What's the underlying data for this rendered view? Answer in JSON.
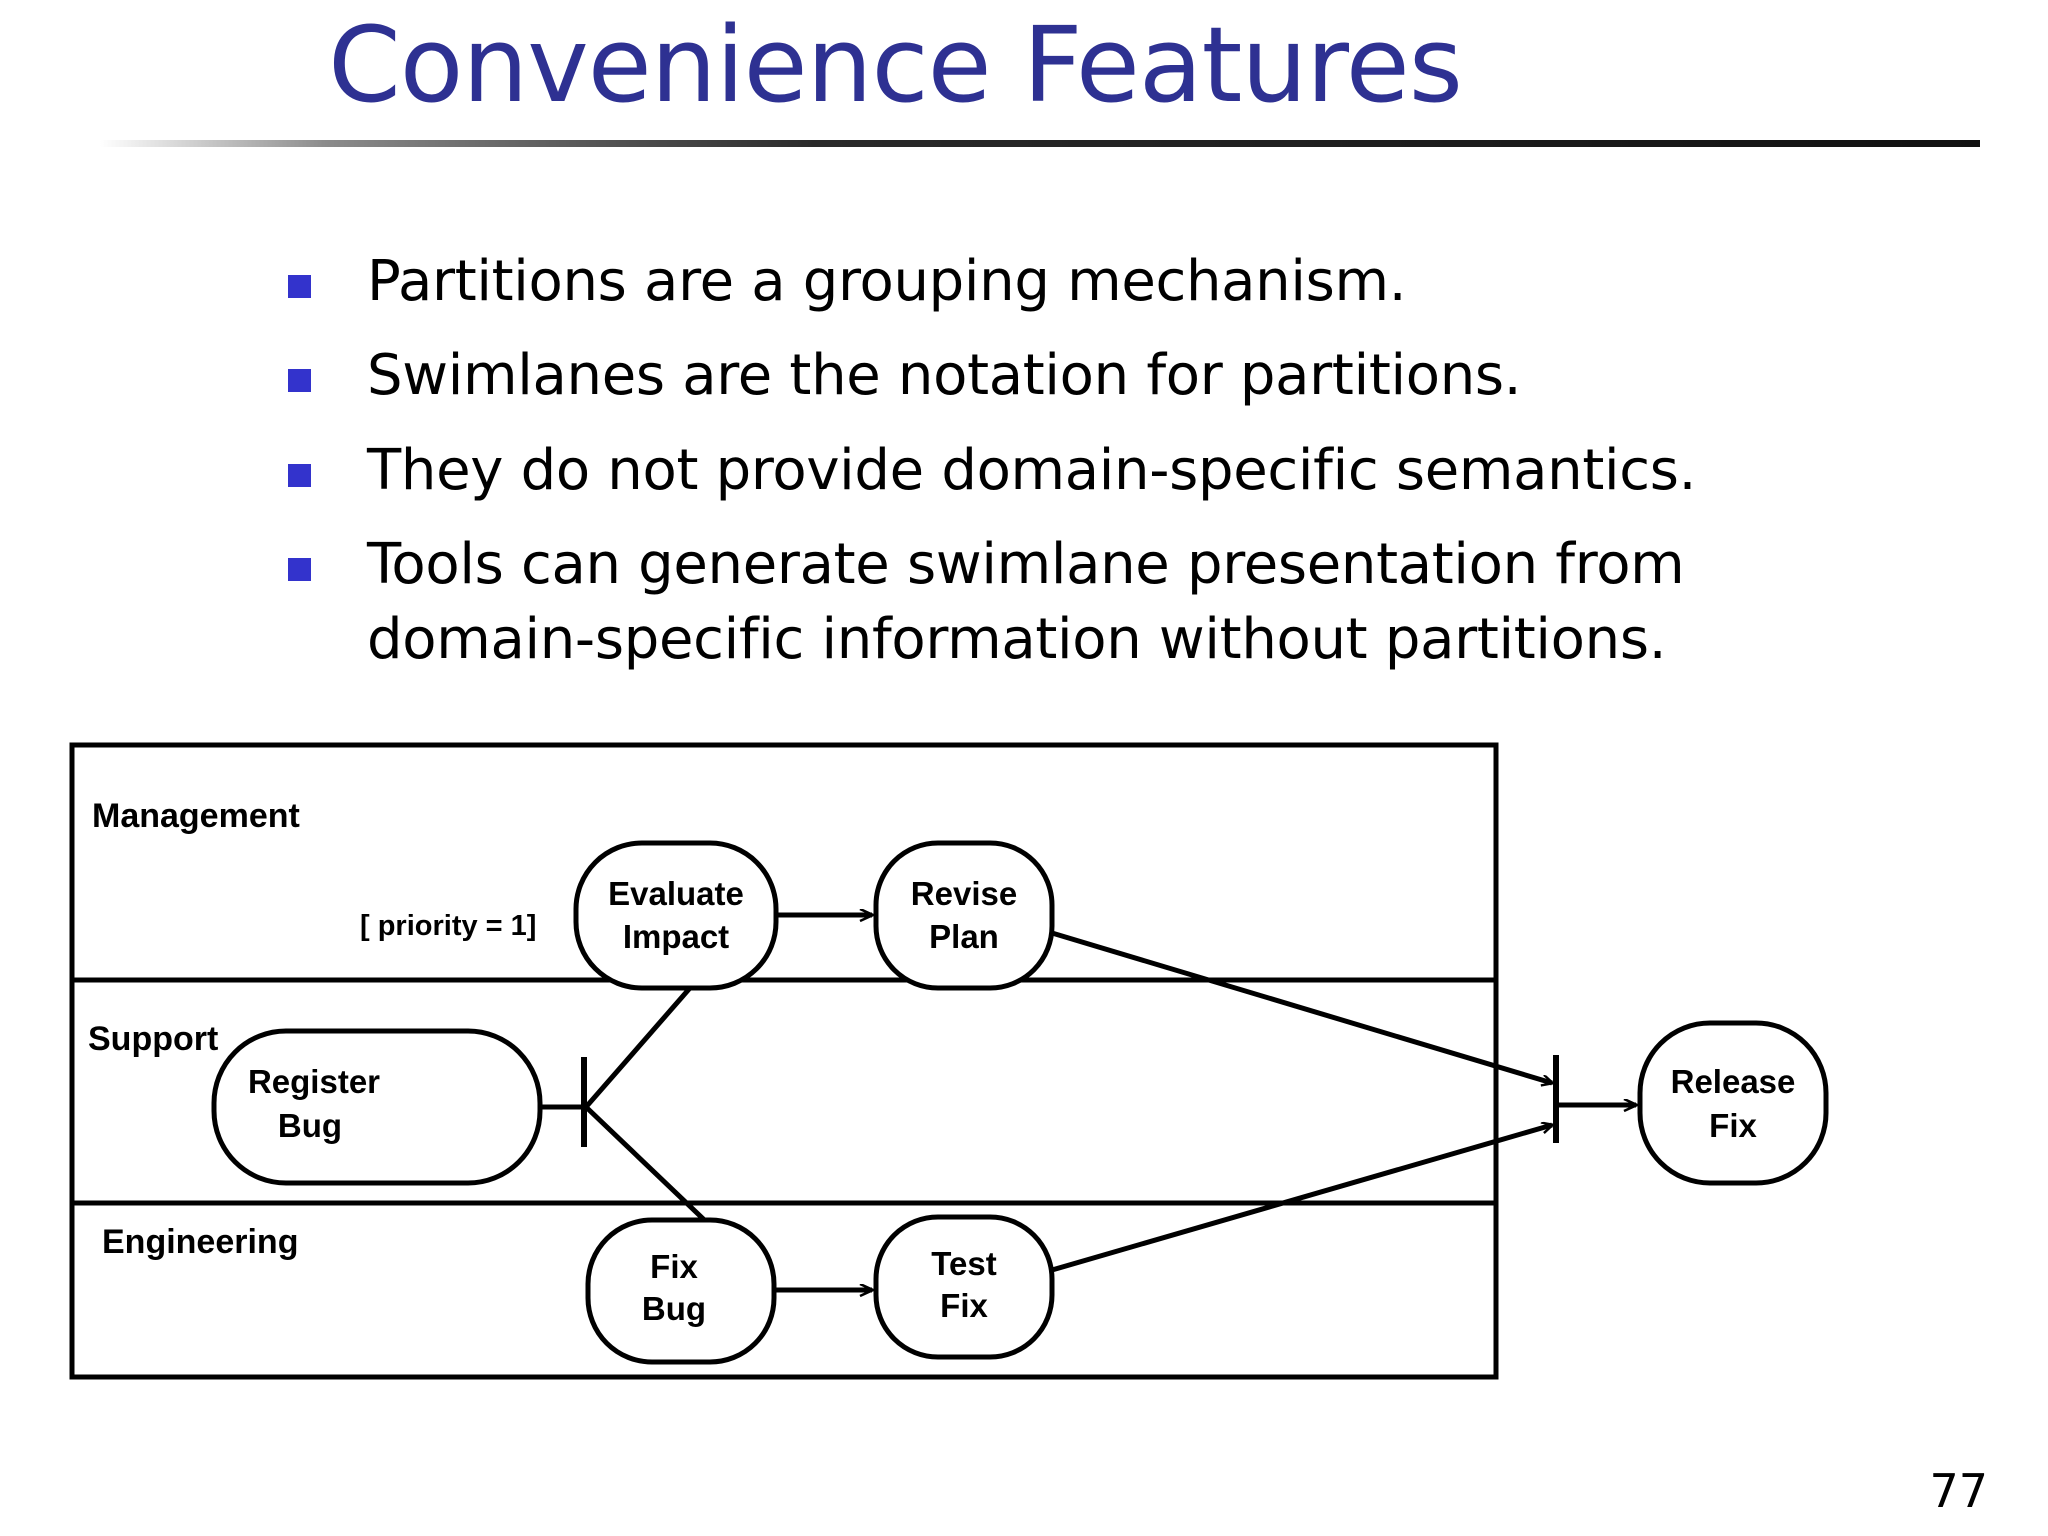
{
  "slide": {
    "title": "Convenience Features",
    "page_number": "77",
    "title_color": "#2e3192",
    "bullet_color": "#3333cc"
  },
  "bullets": [
    {
      "text": "Partitions are a grouping mechanism."
    },
    {
      "text": "Swimlanes are the notation for partitions."
    },
    {
      "text": "They do not provide domain-specific semantics."
    },
    {
      "text": "Tools can generate swimlane presentation from domain-specific information without partitions."
    }
  ],
  "diagram": {
    "type": "uml-activity-swimlane",
    "lanes": [
      {
        "name": "Management"
      },
      {
        "name": "Support"
      },
      {
        "name": "Engineering"
      }
    ],
    "nodes": [
      {
        "id": "register-bug",
        "lane": "Support",
        "line1": "Register",
        "line2": "Bug"
      },
      {
        "id": "evaluate-impact",
        "lane": "Management",
        "line1": "Evaluate",
        "line2": "Impact"
      },
      {
        "id": "revise-plan",
        "lane": "Management",
        "line1": "Revise",
        "line2": "Plan"
      },
      {
        "id": "fix-bug",
        "lane": "Engineering",
        "line1": "Fix",
        "line2": "Bug"
      },
      {
        "id": "test-fix",
        "lane": "Engineering",
        "line1": "Test",
        "line2": "Fix"
      },
      {
        "id": "release-fix",
        "lane": "Support",
        "line1": "Release",
        "line2": "Fix"
      }
    ],
    "guards": [
      {
        "id": "priority-guard",
        "text": "[ priority = 1]"
      }
    ],
    "edges": [
      {
        "from": "register-bug",
        "to": "fork"
      },
      {
        "from": "fork",
        "to": "evaluate-impact",
        "guard": "[ priority = 1]"
      },
      {
        "from": "fork",
        "to": "fix-bug"
      },
      {
        "from": "evaluate-impact",
        "to": "revise-plan"
      },
      {
        "from": "fix-bug",
        "to": "test-fix"
      },
      {
        "from": "revise-plan",
        "to": "join"
      },
      {
        "from": "test-fix",
        "to": "join"
      },
      {
        "from": "join",
        "to": "release-fix"
      }
    ]
  }
}
